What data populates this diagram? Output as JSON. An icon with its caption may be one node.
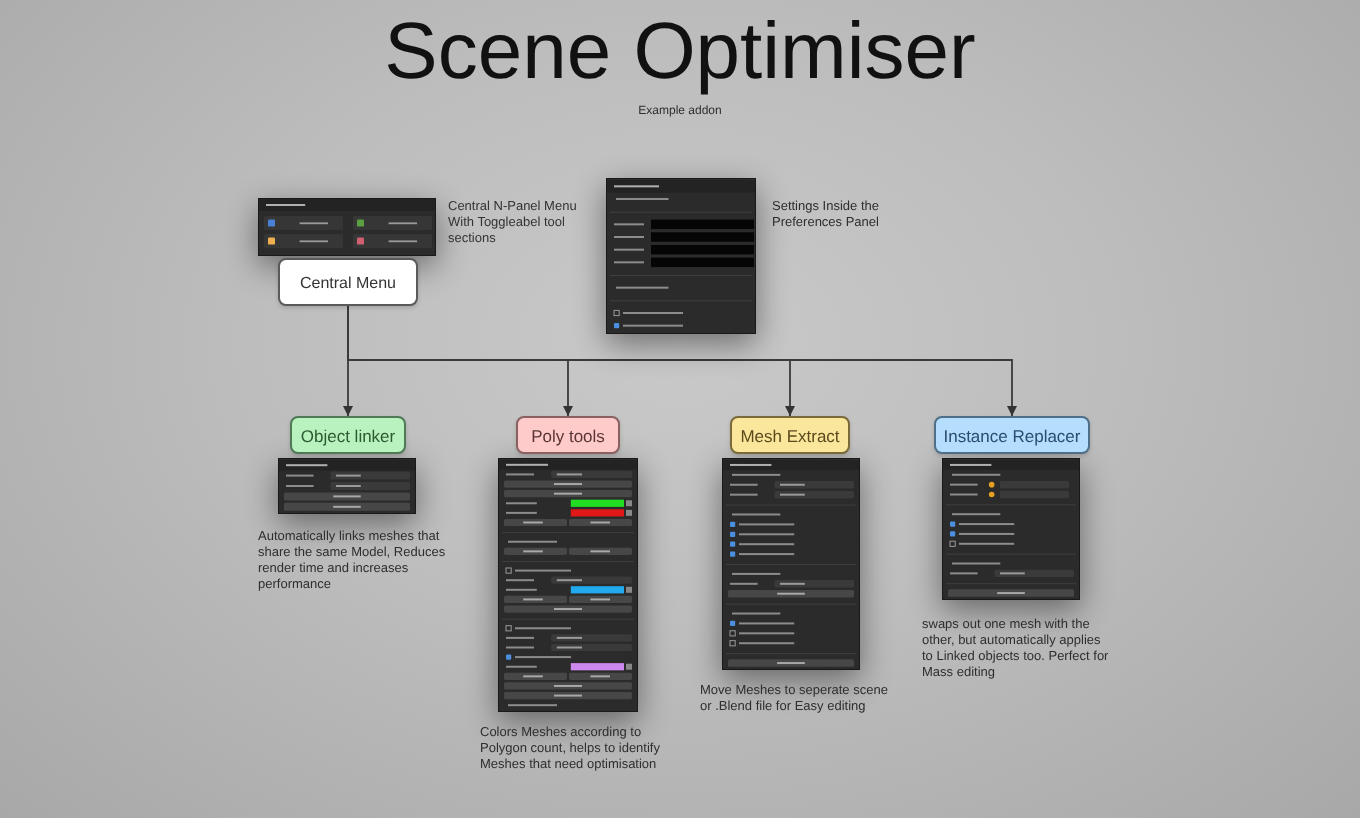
{
  "diagram": {
    "title": "Scene Optimiser",
    "nodes": [
      {
        "text": [
          "Central Menu"
        ],
        "beside": [
          "Central N-Panel Menu With Toggleabel tool sections"
        ]
      },
      {
        "text": [
          "Object linker"
        ]
      },
      {
        "text": [
          "Poly tools"
        ]
      },
      {
        "text": [
          "Mesh Extract"
        ]
      },
      {
        "text": [
          "Instance Replacer"
        ]
      }
    ],
    "edges": [
      {
        "from": 0,
        "to": 1,
        "arrow": "to"
      },
      {
        "from": 0,
        "to": 2,
        "arrow": "to"
      },
      {
        "from": 0,
        "to": 3,
        "arrow": "to"
      },
      {
        "from": 0,
        "to": 4,
        "arrow": "to"
      }
    ],
    "labels": [
      "Example addon",
      "Settings Inside the Preferences Panel",
      "Automatically links meshes that share the same Model, Reduces render time and increases performance",
      "Colors Meshes according to Polygon count, helps to identify Meshes that need optimisation",
      "Move Meshes to seperate scene or .Blend file for Easy editing",
      "swaps out one mesh with the other, but automatically applies to Linked objects too. Perfect for Mass editing"
    ]
  }
}
